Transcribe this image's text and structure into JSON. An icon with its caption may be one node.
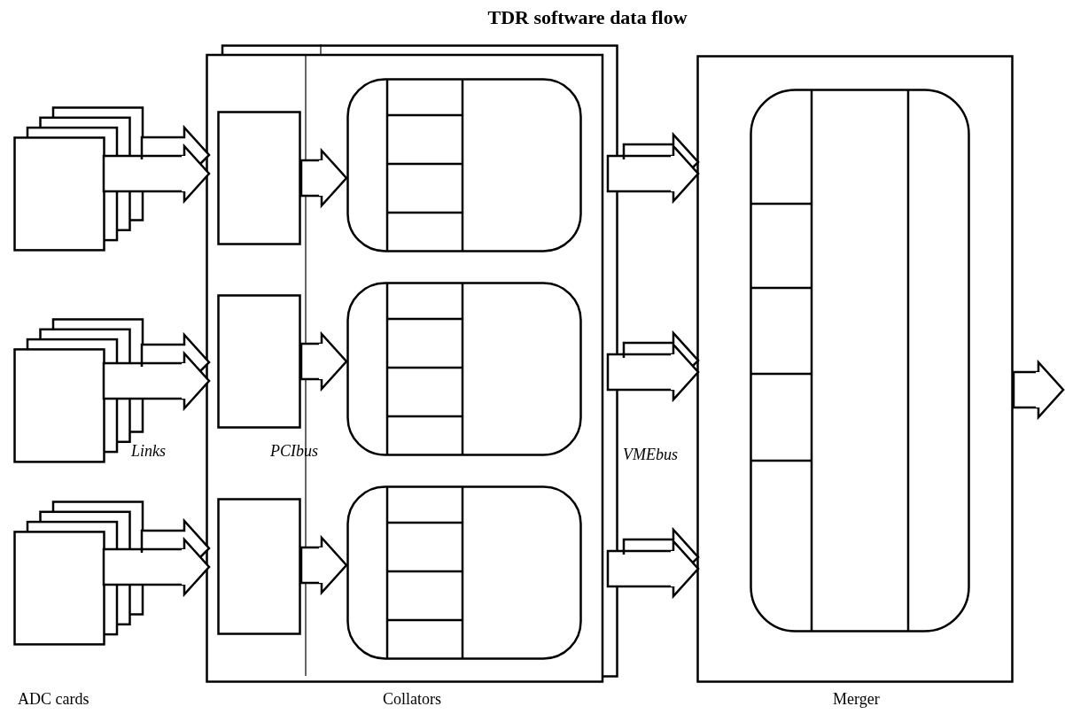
{
  "diagram": {
    "title": "TDR software data flow",
    "nodes": [
      {
        "text": [],
        "shape": "box"
      },
      {
        "text": [],
        "shape": "box"
      },
      {
        "text": [],
        "shape": "box"
      },
      {
        "text": [],
        "shape": "box"
      },
      {
        "text": [],
        "shape": "box",
        "in": 3
      },
      {
        "text": [],
        "shape": "box",
        "in": 3
      },
      {
        "text": [],
        "shape": "box",
        "in": 3
      },
      {
        "text": [],
        "shape": "box",
        "in": 3
      },
      {
        "text": [],
        "shape": "box",
        "in": 3
      },
      {
        "text": [],
        "shape": "box",
        "in": 3
      },
      {
        "text": [],
        "shape": "box"
      },
      {
        "text": [],
        "shape": "box",
        "in": 10
      }
    ],
    "edges": [
      {
        "from": 0,
        "to": 3,
        "arrow": "to"
      },
      {
        "from": 1,
        "to": 3,
        "arrow": "to"
      },
      {
        "from": 2,
        "to": 3,
        "arrow": "to"
      },
      {
        "from": 4,
        "to": 7,
        "arrow": "to"
      },
      {
        "from": 5,
        "to": 8,
        "arrow": "to"
      },
      {
        "from": 6,
        "to": 9,
        "arrow": "to"
      },
      {
        "from": 3,
        "to": 10,
        "arrow": "to"
      },
      {
        "from": 3,
        "to": 10,
        "arrow": "to"
      },
      {
        "from": 3,
        "to": 10,
        "arrow": "to"
      },
      {
        "from": 10,
        "to": null,
        "arrow": "to"
      }
    ],
    "labels": [
      "Links",
      "PCIbus",
      "VMEbus",
      "ADC cards",
      "Collators",
      "Merger"
    ]
  }
}
